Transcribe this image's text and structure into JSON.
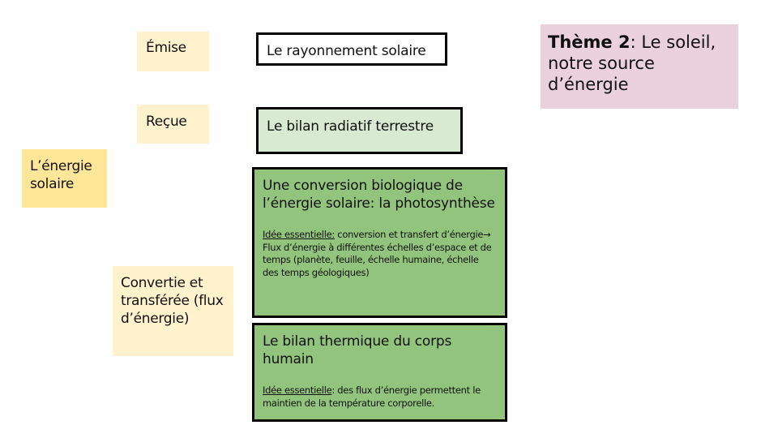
{
  "theme": {
    "prefix": "Thème 2",
    "suffix": ": Le soleil, notre source d’énergie"
  },
  "root": {
    "label": "L’énergie solaire"
  },
  "states": [
    {
      "label": "Émise"
    },
    {
      "label": "Reçue"
    },
    {
      "label": "Convertie et transférée (flux d’énergie)"
    }
  ],
  "topics": [
    {
      "title": "Le rayonnement solaire"
    },
    {
      "title": "Le bilan radiatif terrestre"
    },
    {
      "title": "Une conversion biologique de l’énergie solaire: la photosynthèse",
      "idea_label": "Idée essentielle:",
      "idea_text": " conversion et transfert d’énergie→ Flux d’énergie à différentes échelles d’espace et de temps (planète, feuille, échelle humaine, échelle des temps géologiques)"
    },
    {
      "title": "Le bilan thermique du corps humain",
      "idea_label": "Idée essentielle",
      "idea_text": ": des flux d’énergie permettent le maintien de la température corporelle."
    }
  ],
  "colors": {
    "state_box": "#fff2cc",
    "root_box": "#ffe699",
    "theme_box": "#ead1dc",
    "topic_light_green": "#d9ead3",
    "topic_green": "#93c47d"
  }
}
